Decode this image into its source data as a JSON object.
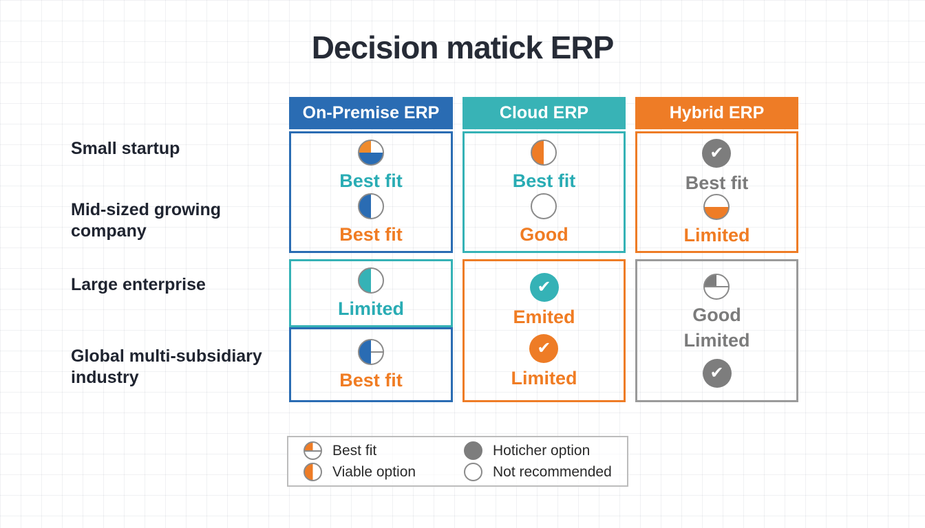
{
  "title": "Decision matick ERP",
  "colors": {
    "blue": "#2a6cb3",
    "teal": "#35b2b6",
    "orange": "#ee7c26",
    "gray": "#7d7d7d",
    "teal_text": "#29acb4",
    "orange_text": "#f07c23",
    "gray_text": "#7b7b7b",
    "dark_text": "#1f2430",
    "legend_border": "#bcbcbc"
  },
  "row_labels": [
    "Small startup",
    "Mid-sized growing company",
    "Large enterprise",
    "Global multi-subsidiary industry"
  ],
  "columns": [
    {
      "header": "On-Premise ERP",
      "cells": [
        {
          "icon": "pie-quarter-orange-bottom-blue-icon",
          "label": "Best fit"
        },
        {
          "icon": "pie-half-blue-icon",
          "label": "Best fit"
        },
        {
          "icon": "pie-half-teal-icon",
          "label": "Limited"
        },
        {
          "icon": "pie-half-blue-quartered-icon",
          "label": "Best fit"
        }
      ]
    },
    {
      "header": "Cloud ERP",
      "cells": [
        {
          "icon": "pie-half-orange-icon",
          "label": "Best fit"
        },
        {
          "icon": "circle-empty-icon",
          "label": "Good"
        },
        {
          "icon": "check-circle-teal-icon",
          "label": "Emited"
        },
        {
          "icon": "check-circle-orange-icon",
          "label": "Limited"
        }
      ]
    },
    {
      "header": "Hybrid ERP",
      "cells": [
        {
          "icon": "check-circle-gray-icon",
          "label": "Best fit"
        },
        {
          "icon": "pie-bottom-half-orange-icon",
          "label": "Limited"
        },
        {
          "icon": "pie-quarter-gray-icon",
          "label": "Good",
          "label2": "Limited"
        },
        {
          "icon": "check-circle-gray-icon",
          "label": ""
        }
      ]
    }
  ],
  "legend": {
    "items": [
      {
        "icon": "pie-quarter-orange-icon",
        "label": "Best fit"
      },
      {
        "icon": "pie-half-orange-icon",
        "label": "Viable option"
      },
      {
        "icon": "circle-solid-gray-icon",
        "label": "Hoticher option"
      },
      {
        "icon": "circle-empty-icon",
        "label": "Not recommended"
      }
    ]
  }
}
